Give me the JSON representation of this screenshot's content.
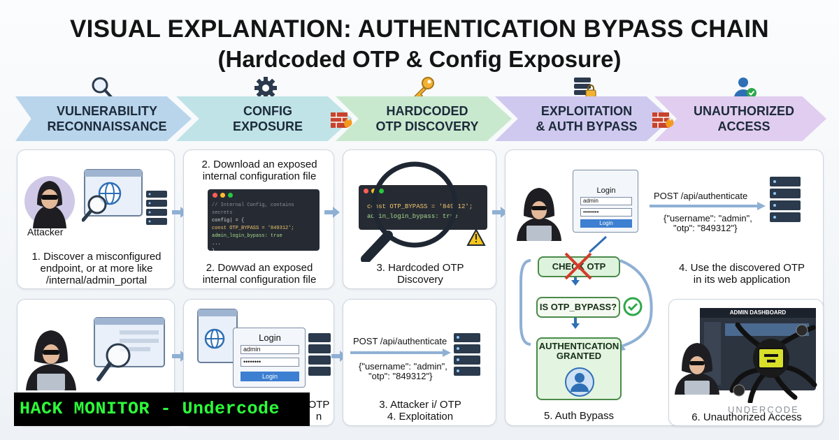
{
  "title": {
    "line1": "VISUAL EXPLANATION: AUTHENTICATION BYPASS CHAIN",
    "line2": "(Hardcoded OTP & Config Exposure)"
  },
  "stages": [
    {
      "line1": "VULNERABILITY",
      "line2": "RECONNAISSANCE",
      "icon": "magnifier-icon"
    },
    {
      "line1": "CONFIG",
      "line2": "EXPOSURE",
      "icon": "gear-icon"
    },
    {
      "line1": "HARDCODED",
      "line2": "OTP DISCOVERY",
      "icon": "key-icon"
    },
    {
      "line1": "EXPLOITATION",
      "line2": "& AUTH BYPASS",
      "icon": "server-lock-icon"
    },
    {
      "line1": "UNAUTHORIZED",
      "line2": "ACCESS",
      "icon": "user-check-icon"
    }
  ],
  "top_row": {
    "p1": {
      "attacker_label": "Attacker",
      "cap1": "1. Discover a misconfigured",
      "cap2": "endpoint, or at more like",
      "cap3": "/internal/admin_portal"
    },
    "p2": {
      "head1": "2. Download an exposed",
      "head2": "internal configuration file",
      "code": [
        "// Internal Config, contains secrets",
        "config| = {",
        "  const OTP_BYPASS = '849312';",
        "  admin_login_bypass: true",
        "  ...",
        "}"
      ],
      "cap1": "2. Dowvad an exposed",
      "cap2": "internal configuration file"
    },
    "p3": {
      "code1": "const OTP_BYPASS = '849312';",
      "code2": "admin_login_bypass: true",
      "cap1": "3. Hardcoded OTP",
      "cap2": "Discovery"
    },
    "p4": {
      "login_title": "Login",
      "username": "admin",
      "password": "••••••••",
      "login_button": "Login",
      "endpoint": "POST /api/authenticate",
      "payload1": "{\"username\": \"admin\",",
      "payload2": "\"otp\": \"849312\"}",
      "cap1": "4. Use the discovered OTP",
      "cap2": "in its web application"
    }
  },
  "bottom_row": {
    "p6": {
      "login_title": "Login",
      "username": "admin",
      "password": "••••••••",
      "login_button": "Login",
      "cap_right1": "OTP",
      "cap_right2": "n"
    },
    "p7": {
      "endpoint": "POST /api/authenticate",
      "payload1": "{\"username\": \"admin\",",
      "payload2": "\"otp\": \"849312\"}",
      "cap1": "3. Attacker i/ OTP",
      "cap2": "4. Exploitation"
    },
    "flow": {
      "check": "CHECK OTP",
      "is_bypass": "IS OTP_BYPASS?",
      "granted1": "AUTHENTICATION",
      "granted2": "GRANTED",
      "cap": "5. Auth Bypass"
    },
    "p9": {
      "dashboard": "ADMIN DASHBOARD",
      "watermark": "UNDERCODE",
      "cap": "6. Unauthorized Access"
    }
  },
  "footer": "HACK MONITOR - Undercode",
  "colors": {
    "stage1": "#b9d5ec",
    "stage2": "#bfe3e6",
    "stage3": "#c9e9cf",
    "stage4": "#cfc9ef",
    "stage5": "#e0cdef",
    "footer_text": "#2cff3a",
    "accent": "#2e6fb5"
  }
}
